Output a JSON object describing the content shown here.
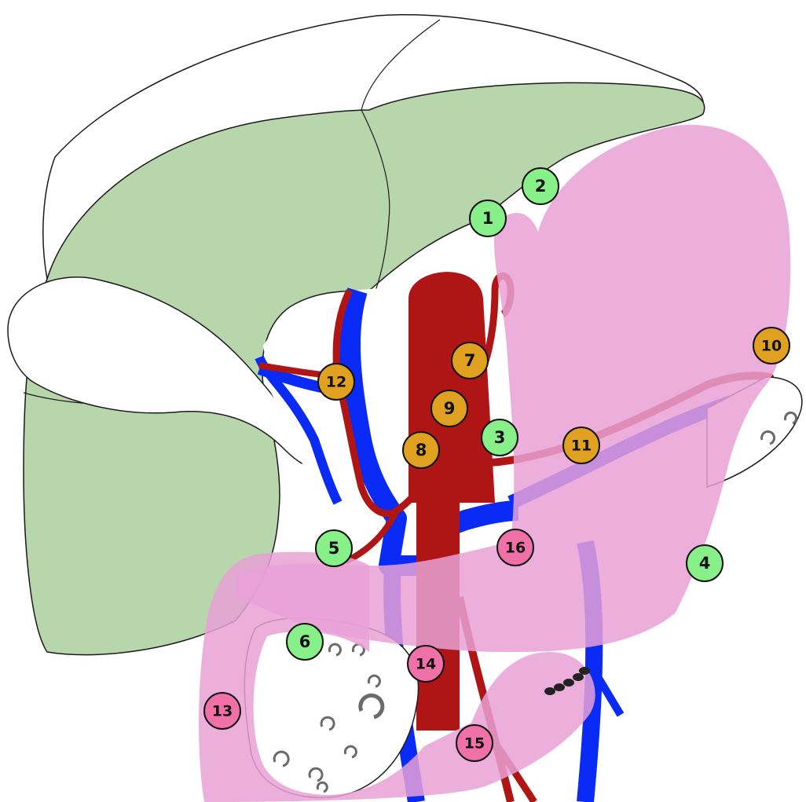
{
  "colors": {
    "liver": "#b8d6ac",
    "stomach": "#e9a1d6",
    "artery": "#b01515",
    "vein": "#0a2bf5",
    "outline": "#1a1a1a",
    "marker_green": "#88f088",
    "marker_orange": "#e0a020",
    "marker_pink": "#f070a8",
    "swirl": "#6a6a6a"
  },
  "structures": {
    "liver": "liver",
    "stomach": "stomach",
    "duodenum": "duodenum",
    "spleen": "spleen",
    "pancreas": "pancreas",
    "gallbladder": "gallbladder",
    "aorta": "aorta",
    "celiac_trunk": "celiac trunk",
    "portal_vein": "portal vein",
    "splenic_vessels": "splenic vessels"
  },
  "markers": [
    {
      "id": "marker-1",
      "label": "1",
      "color": "green"
    },
    {
      "id": "marker-2",
      "label": "2",
      "color": "green"
    },
    {
      "id": "marker-3",
      "label": "3",
      "color": "green"
    },
    {
      "id": "marker-4",
      "label": "4",
      "color": "green"
    },
    {
      "id": "marker-5",
      "label": "5",
      "color": "green"
    },
    {
      "id": "marker-6",
      "label": "6",
      "color": "green"
    },
    {
      "id": "marker-7",
      "label": "7",
      "color": "orange"
    },
    {
      "id": "marker-8",
      "label": "8",
      "color": "orange"
    },
    {
      "id": "marker-9",
      "label": "9",
      "color": "orange"
    },
    {
      "id": "marker-10",
      "label": "10",
      "color": "orange"
    },
    {
      "id": "marker-11",
      "label": "11",
      "color": "orange"
    },
    {
      "id": "marker-12",
      "label": "12",
      "color": "orange"
    },
    {
      "id": "marker-13",
      "label": "13",
      "color": "pink"
    },
    {
      "id": "marker-14",
      "label": "14",
      "color": "pink"
    },
    {
      "id": "marker-15",
      "label": "15",
      "color": "pink"
    },
    {
      "id": "marker-16",
      "label": "16",
      "color": "pink"
    }
  ]
}
